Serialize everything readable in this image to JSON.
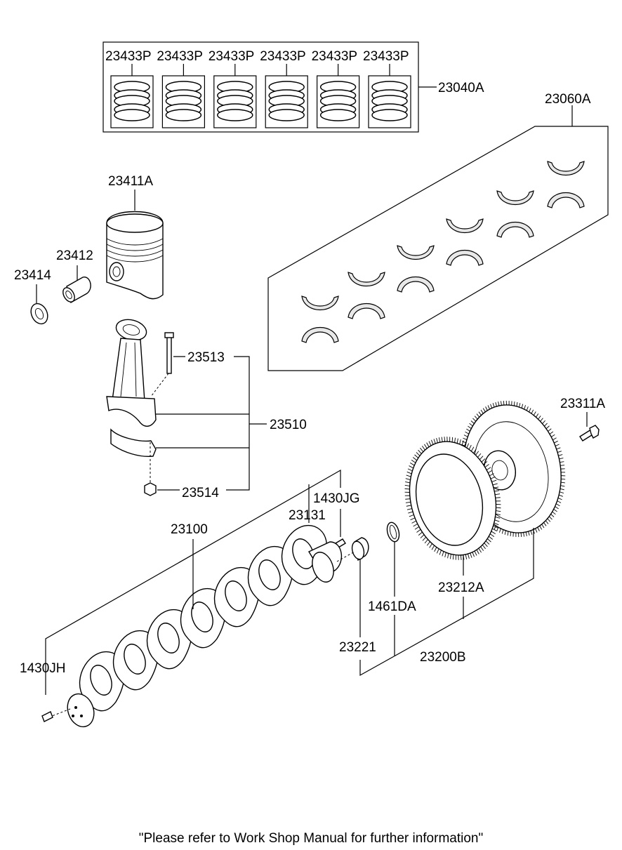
{
  "labels": {
    "ring_set": [
      "23433P",
      "23433P",
      "23433P",
      "23433P",
      "23433P",
      "23433P"
    ],
    "ring_kit": "23040A",
    "bearing_set": "23060A",
    "piston": "23411A",
    "piston_pin": "23412",
    "snap_ring": "23414",
    "rod_bolt": "23513",
    "rod_assy": "23510",
    "rod_nut": "23514",
    "flywheel_bolt": "23311A",
    "crank_pin_rear": "1430JG",
    "key": "23131",
    "crankshaft": "23100",
    "crank_pin_front": "1430JH",
    "ring_gear_seal": "1461DA",
    "bushing": "23221",
    "ring_gear": "23212A",
    "flywheel_assy": "23200B"
  },
  "footer": "\"Please refer to Work Shop Manual for further information\""
}
